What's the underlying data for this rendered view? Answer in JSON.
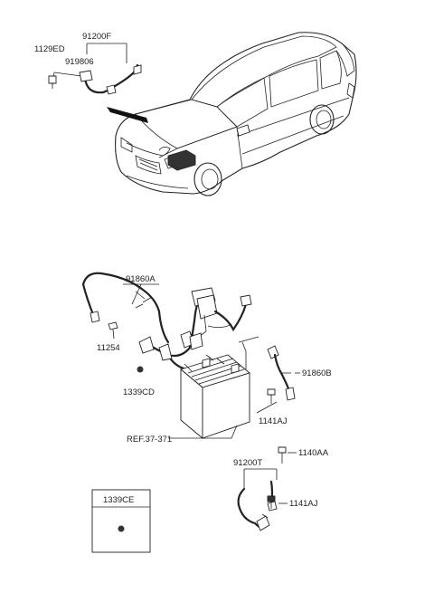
{
  "labels": {
    "l_91200F": "91200F",
    "l_1129ED": "1129ED",
    "l_919806": "919806",
    "l_91860A": "91860A",
    "l_11254": "11254",
    "l_1339CD": "1339CD",
    "l_91860B": "91860B",
    "l_1141AJ_a": "1141AJ",
    "l_ref": "REF.37-371",
    "l_1140AA": "1140AA",
    "l_91200T": "91200T",
    "l_1141AJ_b": "1141AJ",
    "l_1339CE": "1339CE"
  }
}
